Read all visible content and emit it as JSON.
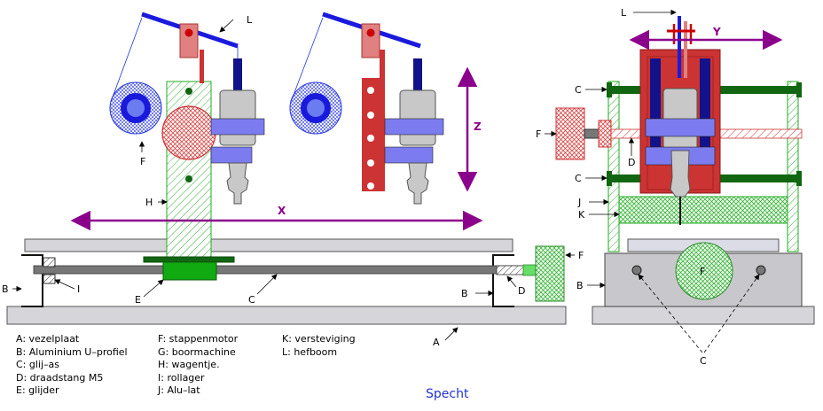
{
  "diagram": {
    "callouts": {
      "L1": "L",
      "F1": "F",
      "H": "H",
      "X": "X",
      "Z": "Z",
      "F2": "F",
      "B1": "B",
      "I1": "I",
      "E": "E",
      "C1": "C",
      "B2": "B",
      "D1": "D",
      "A": "A",
      "L2": "L",
      "Y": "Y",
      "C2": "C",
      "F3": "F",
      "D2": "D",
      "C3": "C",
      "J": "J",
      "K": "K",
      "B3": "B",
      "F4": "F",
      "C4": "C"
    }
  },
  "legend": {
    "col1": [
      "A: vezelplaat",
      "B: Aluminium U–profiel",
      "C: glij–as",
      "D: draadstang M5",
      "E: glijder"
    ],
    "col2": [
      "F: stappenmotor",
      "G: boormachine",
      "H: wagentje.",
      "I: rollager",
      "J: Alu–lat"
    ],
    "col3": [
      "K: versteviging",
      "L: hefboom"
    ]
  },
  "brand": "Specht",
  "colors": {
    "lever": "#1a1add",
    "frame_red": "#cc3333",
    "bar_green": "#116611",
    "accent_purple": "#8b008b",
    "plate_gray": "#d4d4d8",
    "blue_ring": "#2233dd"
  }
}
